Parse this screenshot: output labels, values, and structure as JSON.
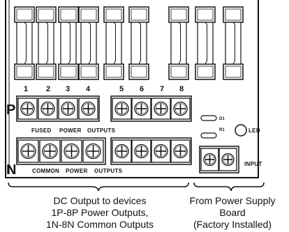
{
  "fuse_numbers": [
    "1",
    "2",
    "3",
    "4",
    "5",
    "6",
    "7",
    "8"
  ],
  "row_labels": {
    "p": "P",
    "n": "N"
  },
  "p_row_caption": [
    "FUSED",
    "POWER",
    "OUTPUTS"
  ],
  "n_row_caption": [
    "COMMON",
    "POWER",
    "OUTPUTS"
  ],
  "indicators": {
    "d1": "D1",
    "r1": "R1",
    "led": "LED"
  },
  "input_label": "INPUT",
  "left_caption": [
    "DC Output to devices",
    "1P-8P Power Outputs,",
    "1N-8N Common Outputs"
  ],
  "right_caption": [
    "From Power Supply",
    "Board",
    "(Factory Installed)"
  ]
}
